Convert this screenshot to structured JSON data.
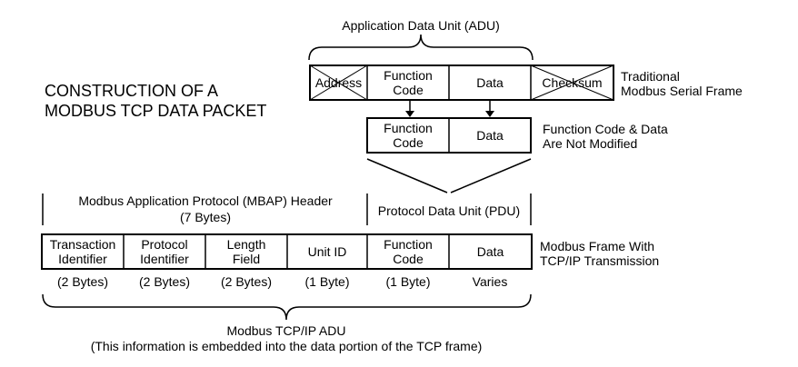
{
  "title": {
    "line1": "CONSTRUCTION OF A",
    "line2": "MODBUS TCP DATA PACKET"
  },
  "adu_label": "Application Data Unit (ADU)",
  "serial_frame": {
    "fields": [
      {
        "label": "Address",
        "crossed": true
      },
      {
        "line1": "Function",
        "line2": "Code",
        "crossed": false
      },
      {
        "label": "Data",
        "crossed": false
      },
      {
        "label": "Checksum",
        "crossed": true
      }
    ],
    "caption_line1": "Traditional",
    "caption_line2": "Modbus Serial Frame"
  },
  "pdu_frame": {
    "fields": [
      {
        "line1": "Function",
        "line2": "Code"
      },
      {
        "label": "Data"
      }
    ],
    "caption_line1": "Function Code & Data",
    "caption_line2": "Are Not Modified"
  },
  "mbap_header": {
    "line1": "Modbus Application Protocol (MBAP) Header",
    "line2": "(7 Bytes)"
  },
  "pdu_label": "Protocol Data Unit (PDU)",
  "tcp_frame": {
    "fields": [
      {
        "line1": "Transaction",
        "line2": "Identifier",
        "size": "(2 Bytes)"
      },
      {
        "line1": "Protocol",
        "line2": "Identifier",
        "size": "(2 Bytes)"
      },
      {
        "line1": "Length",
        "line2": "Field",
        "size": "(2 Bytes)"
      },
      {
        "label": "Unit ID",
        "size": "(1 Byte)"
      },
      {
        "line1": "Function",
        "line2": "Code",
        "size": "(1 Byte)"
      },
      {
        "label": "Data",
        "size": "Varies"
      }
    ],
    "caption_line1": "Modbus Frame With",
    "caption_line2": "TCP/IP Transmission"
  },
  "tcp_adu": {
    "line1": "Modbus TCP/IP ADU",
    "line2": "(This information is embedded into the data portion of the TCP frame)"
  }
}
